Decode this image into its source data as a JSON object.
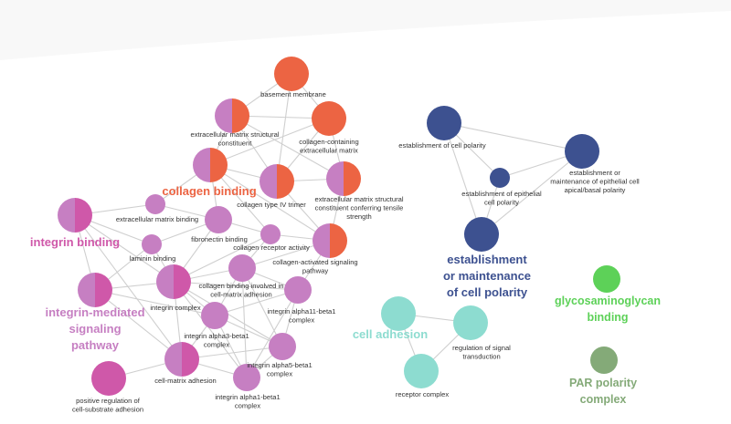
{
  "colors": {
    "orange": "#ec6443",
    "violet": "#c67fc2",
    "magenta": "#cf58a9",
    "navy": "#3d5190",
    "teal": "#8ddcd0",
    "green": "#5dd158",
    "sage": "#84aa78",
    "edge": "#cfcfcf",
    "label": "#333333"
  },
  "nodes": [
    {
      "id": "basement-membrane",
      "label": [
        "basement membrane"
      ],
      "fill": "orange",
      "size": "lg"
    },
    {
      "id": "ecm-structural-constituent",
      "label": [
        "extracellular matrix structural",
        "constituent"
      ],
      "fill": "violet-orange",
      "size": "lg"
    },
    {
      "id": "collagen-containing-ecm",
      "label": [
        "collagen-containing",
        "extracellular matrix"
      ],
      "fill": "orange",
      "size": "lg"
    },
    {
      "id": "collagen-binding",
      "label": [],
      "fill": "violet-orange",
      "size": "lg"
    },
    {
      "id": "collagen-type-iv-trimer",
      "label": [
        "collagen type IV trimer"
      ],
      "fill": "violet-orange",
      "size": "lg"
    },
    {
      "id": "ecm-tensile-strength",
      "label": [
        "extracellular matrix structural",
        "constituent conferring tensile",
        "strength"
      ],
      "fill": "violet-orange",
      "size": "lg"
    },
    {
      "id": "ecm-binding",
      "label": [
        "extracellular matrix binding"
      ],
      "fill": "violet",
      "size": "sm"
    },
    {
      "id": "fibronectin-binding",
      "label": [
        "fibronectin binding"
      ],
      "fill": "violet",
      "size": "md"
    },
    {
      "id": "laminin-binding",
      "label": [
        "laminin binding"
      ],
      "fill": "violet",
      "size": "sm"
    },
    {
      "id": "collagen-receptor-activity",
      "label": [
        "collagen receptor activity"
      ],
      "fill": "violet",
      "size": "sm"
    },
    {
      "id": "collagen-activated-signaling",
      "label": [
        "collagen-activated signaling",
        "pathway"
      ],
      "fill": "violet-orange",
      "size": "lg"
    },
    {
      "id": "integrin-binding",
      "label": [],
      "fill": "violet-magenta",
      "size": "lg"
    },
    {
      "id": "integrin-complex",
      "label": [
        "integrin complex"
      ],
      "fill": "violet-magenta",
      "size": "lg"
    },
    {
      "id": "collagen-binding-cell-matrix",
      "label": [
        "collagen binding involved in",
        "cell-matrix adhesion"
      ],
      "fill": "violet",
      "size": "md"
    },
    {
      "id": "integrin-mediated-signaling",
      "label": [],
      "fill": "violet-magenta",
      "size": "lg"
    },
    {
      "id": "integrin-alpha11-beta1",
      "label": [
        "integrin alpha11-beta1",
        "complex"
      ],
      "fill": "violet",
      "size": "md"
    },
    {
      "id": "integrin-alpha3-beta1",
      "label": [
        "integrin alpha3-beta1",
        "complex"
      ],
      "fill": "violet",
      "size": "md"
    },
    {
      "id": "integrin-alpha5-beta1",
      "label": [
        "integrin alpha5-beta1",
        "complex"
      ],
      "fill": "violet",
      "size": "md"
    },
    {
      "id": "cell-matrix-adhesion",
      "label": [
        "cell-matrix adhesion"
      ],
      "fill": "violet-magenta",
      "size": "lg"
    },
    {
      "id": "integrin-alpha1-beta1",
      "label": [
        "integrin alpha1-beta1",
        "complex"
      ],
      "fill": "violet",
      "size": "md"
    },
    {
      "id": "positive-regulation-adhesion",
      "label": [
        "positive regulation of",
        "cell-substrate adhesion"
      ],
      "fill": "magenta",
      "size": "lg"
    },
    {
      "id": "establishment-cell-polarity",
      "label": [
        "establishment of cell polarity"
      ],
      "fill": "navy",
      "size": "lg"
    },
    {
      "id": "apical-basal-polarity",
      "label": [
        "establishment or",
        "maintenance of epithelial cell",
        "apical/basal polarity"
      ],
      "fill": "navy",
      "size": "lg"
    },
    {
      "id": "epithelial-cell-polarity",
      "label": [
        "establishment of epithelial",
        "cell polarity"
      ],
      "fill": "navy",
      "size": "sm"
    },
    {
      "id": "establishment-maintenance-polarity",
      "label": [],
      "fill": "navy",
      "size": "lg"
    },
    {
      "id": "cell-adhesion",
      "label": [],
      "fill": "teal",
      "size": "lg"
    },
    {
      "id": "regulation-signal-transduction",
      "label": [
        "regulation of signal",
        "transduction"
      ],
      "fill": "teal",
      "size": "lg"
    },
    {
      "id": "receptor-complex",
      "label": [
        "receptor complex"
      ],
      "fill": "teal",
      "size": "lg"
    },
    {
      "id": "glycosaminoglycan-binding",
      "label": [],
      "fill": "green",
      "size": "md"
    },
    {
      "id": "par-polarity-complex",
      "label": [],
      "fill": "sage",
      "size": "md"
    }
  ],
  "edges": [
    [
      "basement-membrane",
      "ecm-structural-constituent"
    ],
    [
      "basement-membrane",
      "collagen-containing-ecm"
    ],
    [
      "basement-membrane",
      "collagen-type-iv-trimer"
    ],
    [
      "ecm-structural-constituent",
      "collagen-containing-ecm"
    ],
    [
      "ecm-structural-constituent",
      "collagen-binding"
    ],
    [
      "ecm-structural-constituent",
      "ecm-tensile-strength"
    ],
    [
      "ecm-structural-constituent",
      "collagen-type-iv-trimer"
    ],
    [
      "collagen-containing-ecm",
      "ecm-tensile-strength"
    ],
    [
      "collagen-containing-ecm",
      "collagen-type-iv-trimer"
    ],
    [
      "collagen-containing-ecm",
      "collagen-binding"
    ],
    [
      "collagen-binding",
      "collagen-type-iv-trimer"
    ],
    [
      "collagen-binding",
      "fibronectin-binding"
    ],
    [
      "collagen-binding",
      "ecm-binding"
    ],
    [
      "collagen-binding",
      "collagen-receptor-activity"
    ],
    [
      "collagen-type-iv-trimer",
      "ecm-tensile-strength"
    ],
    [
      "collagen-type-iv-trimer",
      "collagen-activated-signaling"
    ],
    [
      "ecm-tensile-strength",
      "collagen-activated-signaling"
    ],
    [
      "collagen-activated-signaling",
      "collagen-receptor-activity"
    ],
    [
      "collagen-activated-signaling",
      "integrin-alpha11-beta1"
    ],
    [
      "collagen-activated-signaling",
      "collagen-binding-cell-matrix"
    ],
    [
      "collagen-activated-signaling",
      "collagen-binding"
    ],
    [
      "ecm-binding",
      "integrin-binding"
    ],
    [
      "ecm-binding",
      "fibronectin-binding"
    ],
    [
      "fibronectin-binding",
      "integrin-complex"
    ],
    [
      "fibronectin-binding",
      "laminin-binding"
    ],
    [
      "fibronectin-binding",
      "collagen-receptor-activity"
    ],
    [
      "laminin-binding",
      "integrin-binding"
    ],
    [
      "laminin-binding",
      "integrin-complex"
    ],
    [
      "laminin-binding",
      "integrin-mediated-signaling"
    ],
    [
      "collagen-receptor-activity",
      "integrin-complex"
    ],
    [
      "collagen-receptor-activity",
      "collagen-binding-cell-matrix"
    ],
    [
      "integrin-binding",
      "integrin-complex"
    ],
    [
      "integrin-binding",
      "integrin-mediated-signaling"
    ],
    [
      "integrin-binding",
      "cell-matrix-adhesion"
    ],
    [
      "integrin-complex",
      "integrin-mediated-signaling"
    ],
    [
      "integrin-complex",
      "collagen-binding-cell-matrix"
    ],
    [
      "integrin-complex",
      "integrin-alpha3-beta1"
    ],
    [
      "integrin-complex",
      "integrin-alpha11-beta1"
    ],
    [
      "integrin-complex",
      "cell-matrix-adhesion"
    ],
    [
      "integrin-complex",
      "integrin-alpha5-beta1"
    ],
    [
      "integrin-complex",
      "integrin-alpha1-beta1"
    ],
    [
      "collagen-binding-cell-matrix",
      "integrin-alpha11-beta1"
    ],
    [
      "collagen-binding-cell-matrix",
      "integrin-alpha3-beta1"
    ],
    [
      "collagen-binding-cell-matrix",
      "integrin-alpha1-beta1"
    ],
    [
      "collagen-binding-cell-matrix",
      "integrin-alpha5-beta1"
    ],
    [
      "integrin-alpha11-beta1",
      "integrin-alpha3-beta1"
    ],
    [
      "integrin-alpha11-beta1",
      "integrin-alpha5-beta1"
    ],
    [
      "integrin-alpha11-beta1",
      "integrin-alpha1-beta1"
    ],
    [
      "integrin-alpha3-beta1",
      "integrin-alpha5-beta1"
    ],
    [
      "integrin-alpha3-beta1",
      "integrin-alpha1-beta1"
    ],
    [
      "integrin-alpha3-beta1",
      "cell-matrix-adhesion"
    ],
    [
      "integrin-alpha5-beta1",
      "integrin-alpha1-beta1"
    ],
    [
      "integrin-mediated-signaling",
      "cell-matrix-adhesion"
    ],
    [
      "integrin-mediated-signaling",
      "integrin-alpha3-beta1"
    ],
    [
      "cell-matrix-adhesion",
      "positive-regulation-adhesion"
    ],
    [
      "cell-matrix-adhesion",
      "integrin-alpha1-beta1"
    ],
    [
      "cell-matrix-adhesion",
      "integrin-alpha5-beta1"
    ],
    [
      "establishment-cell-polarity",
      "apical-basal-polarity"
    ],
    [
      "establishment-cell-polarity",
      "epithelial-cell-polarity"
    ],
    [
      "establishment-cell-polarity",
      "establishment-maintenance-polarity"
    ],
    [
      "apical-basal-polarity",
      "epithelial-cell-polarity"
    ],
    [
      "apical-basal-polarity",
      "establishment-maintenance-polarity"
    ],
    [
      "epithelial-cell-polarity",
      "establishment-maintenance-polarity"
    ],
    [
      "cell-adhesion",
      "regulation-signal-transduction"
    ],
    [
      "cell-adhesion",
      "receptor-complex"
    ],
    [
      "regulation-signal-transduction",
      "receptor-complex"
    ]
  ],
  "cluster_labels": [
    {
      "id": "collagen-binding-title",
      "lines": [
        "collagen binding"
      ],
      "color": "orange"
    },
    {
      "id": "integrin-binding-title",
      "lines": [
        "integrin binding"
      ],
      "color": "magenta"
    },
    {
      "id": "integrin-mediated-signaling-title",
      "lines": [
        "integrin-mediated",
        "signaling",
        "pathway"
      ],
      "color": "violet"
    },
    {
      "id": "establishment-maintenance-polarity-title",
      "lines": [
        "establishment",
        "or maintenance",
        "of cell polarity"
      ],
      "color": "navy"
    },
    {
      "id": "cell-adhesion-title",
      "lines": [
        "cell adhesion"
      ],
      "color": "teal"
    },
    {
      "id": "glycosaminoglycan-binding-title",
      "lines": [
        "glycosaminoglycan",
        "binding"
      ],
      "color": "green"
    },
    {
      "id": "par-polarity-complex-title",
      "lines": [
        "PAR polarity",
        "complex"
      ],
      "color": "sage"
    }
  ]
}
